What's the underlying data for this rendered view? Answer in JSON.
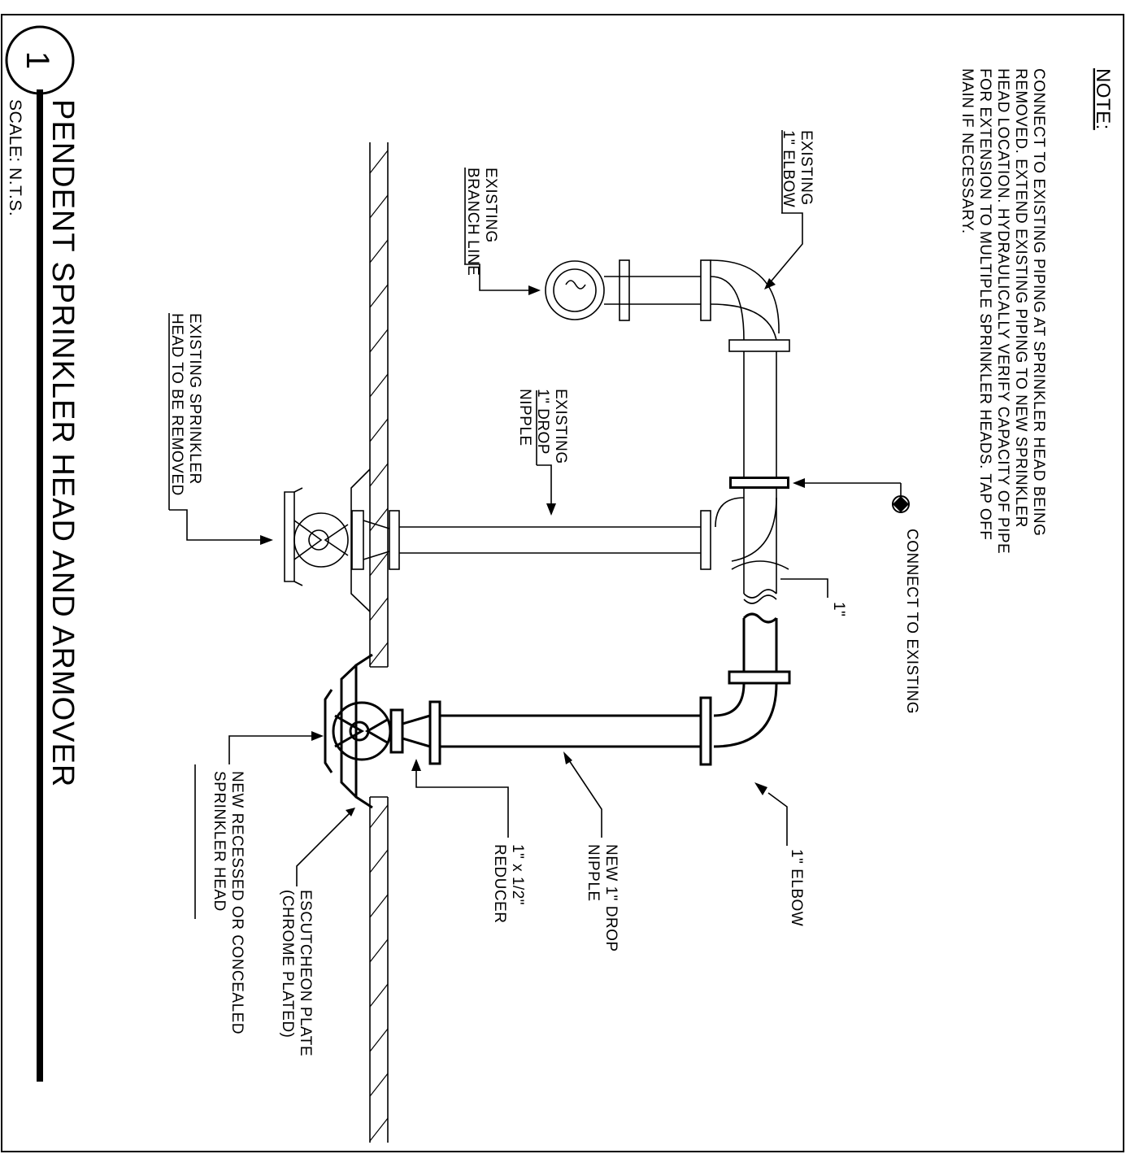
{
  "detail": {
    "number": "1",
    "title": "PENDENT SPRINKLER HEAD AND ARMOVER",
    "scale": "SCALE: N.T.S."
  },
  "note": {
    "heading": "NOTE:",
    "lines": [
      "CONNECT TO EXISTING PIPING AT SPRINKLER HEAD BEING",
      "REMOVED. EXTEND EXISTING PIPING TO NEW SPRINKLER",
      "HEAD LOCATION. HYDRAULICALLY VERIFY CAPACITY OF PIPE",
      "FOR EXTENSION TO MULTIPLE SPRINKLER HEADS. TAP OFF",
      "MAIN IF NECESSARY."
    ]
  },
  "labels": {
    "existing_elbow": [
      "EXISTING",
      "1\" ELBOW"
    ],
    "existing_branch": [
      "EXISTING",
      "BRANCH LINE"
    ],
    "existing_drop": [
      "EXISTING",
      "1\" DROP",
      "NIPPLE"
    ],
    "existing_head": [
      "EXISTING SPRINKLER",
      "HEAD TO BE REMOVED"
    ],
    "connect": "CONNECT TO EXISTING",
    "pipe_size": "1\"",
    "new_elbow": "1\" ELBOW",
    "new_drop": [
      "NEW 1\" DROP",
      "NIPPLE"
    ],
    "reducer": [
      "1\" x 1/2\"",
      "REDUCER"
    ],
    "escutcheon": [
      "ESCUTCHEON PLATE",
      "(CHROME PLATED)"
    ],
    "new_head": [
      "NEW RECESSED OR CONCEALED",
      "SPRINKLER HEAD"
    ]
  }
}
